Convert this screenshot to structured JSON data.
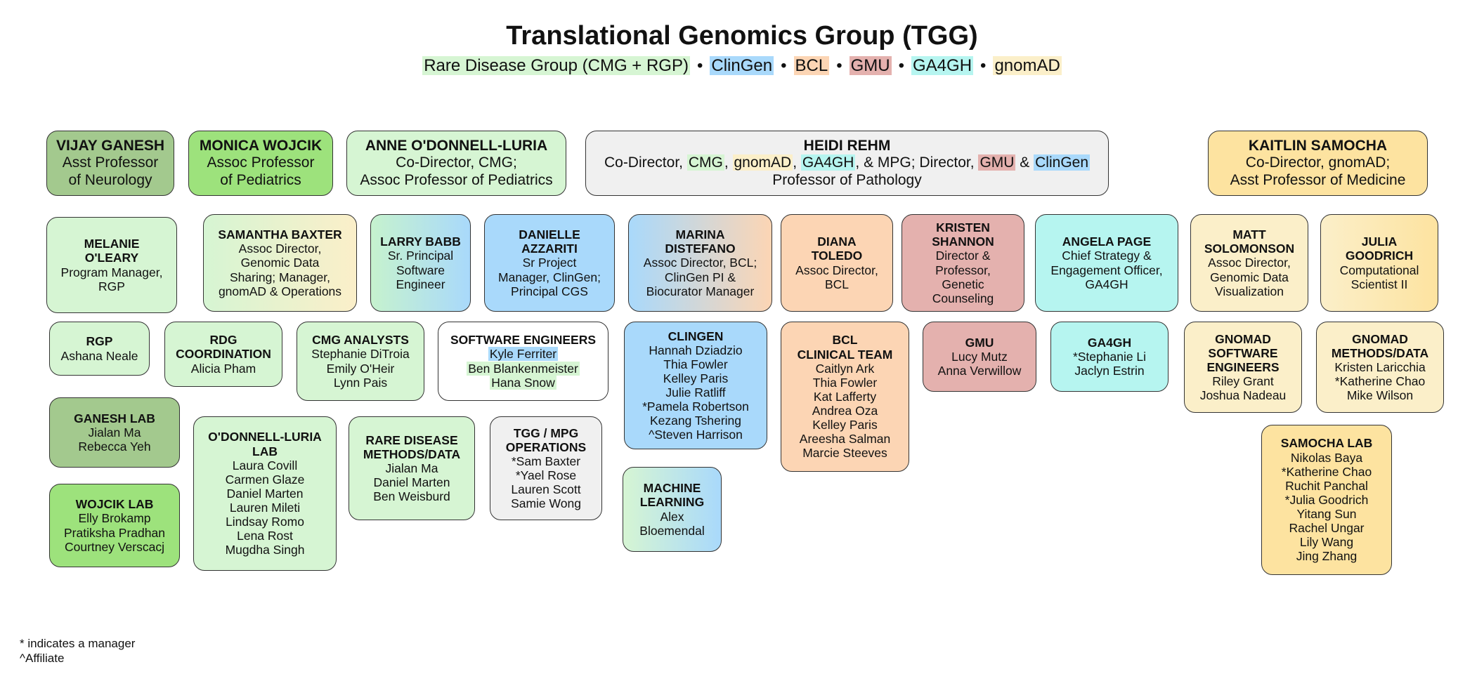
{
  "title": "Translational Genomics Group (TGG)",
  "legend": [
    {
      "label": "Rare Disease Group (CMG + RGP)",
      "color": "#d6f5d3"
    },
    {
      "label": "ClinGen",
      "color": "#a9d9fb"
    },
    {
      "label": "BCL",
      "color": "#fcd5b4"
    },
    {
      "label": "GMU",
      "color": "#e4b1ae"
    },
    {
      "label": "GA4GH",
      "color": "#b6f5f0"
    },
    {
      "label": "gnomAD",
      "color": "#fbefc9"
    }
  ],
  "legend_separator": "•",
  "footnotes": [
    "* indicates a manager",
    "^Affiliate"
  ],
  "leads": {
    "ganesh": {
      "name": "VIJAY GANESH",
      "lines": [
        "Asst Professor",
        "of Neurology"
      ]
    },
    "wojcik": {
      "name": "MONICA WOJCIK",
      "lines": [
        "Assoc Professor",
        "of Pediatrics"
      ]
    },
    "luria": {
      "name": "ANNE O'DONNELL-LURIA",
      "lines": [
        "Co-Director, CMG;",
        "Assoc Professor of Pediatrics"
      ]
    },
    "rehm": {
      "name": "HEIDI REHM",
      "line1_parts": [
        "Co-Director, ",
        "CMG",
        ", ",
        "gnomAD",
        ", ",
        "GA4GH",
        ", & MPG; Director, ",
        "GMU",
        " & ",
        "ClinGen"
      ],
      "line2": "Professor of Pathology"
    },
    "samocha": {
      "name": "KAITLIN SAMOCHA",
      "lines": [
        "Co-Director, gnomAD;",
        "Asst Professor of Medicine"
      ]
    }
  },
  "people": {
    "oleary": {
      "name": [
        "MELANIE",
        "O'LEARY"
      ],
      "lines": [
        "Program Manager,",
        "RGP"
      ]
    },
    "baxter": {
      "name": [
        "SAMANTHA BAXTER"
      ],
      "lines": [
        "Assoc Director,",
        "Genomic Data",
        "Sharing; Manager,",
        "gnomAD & Operations"
      ]
    },
    "babb": {
      "name": [
        "LARRY BABB"
      ],
      "lines": [
        "Sr. Principal",
        "Software",
        "Engineer"
      ]
    },
    "azzariti": {
      "name": [
        "DANIELLE",
        "AZZARITI"
      ],
      "lines": [
        "Sr Project",
        "Manager, ClinGen;",
        "Principal CGS"
      ]
    },
    "distefano": {
      "name": [
        "MARINA",
        "DISTEFANO"
      ],
      "lines": [
        "Assoc Director, BCL;",
        "ClinGen PI &",
        "Biocurator Manager"
      ]
    },
    "toledo": {
      "name": [
        "DIANA",
        "TOLEDO"
      ],
      "lines": [
        "Assoc Director,",
        "BCL"
      ]
    },
    "shannon": {
      "name": [
        "KRISTEN",
        "SHANNON"
      ],
      "lines": [
        "Director &",
        "Professor,",
        "Genetic",
        "Counseling"
      ]
    },
    "page": {
      "name": [
        "ANGELA PAGE"
      ],
      "lines": [
        "Chief Strategy &",
        "Engagement Officer,",
        "GA4GH"
      ]
    },
    "solomonson": {
      "name": [
        "MATT",
        "SOLOMONSON"
      ],
      "lines": [
        "Assoc Director,",
        "Genomic Data",
        "Visualization"
      ]
    },
    "goodrich": {
      "name": [
        "JULIA",
        "GOODRICH"
      ],
      "lines": [
        "Computational",
        "Scientist II"
      ]
    }
  },
  "teams": {
    "rgp": {
      "name": [
        "RGP"
      ],
      "members": [
        "Ashana Neale"
      ]
    },
    "rdg": {
      "name": [
        "RDG",
        "COORDINATION"
      ],
      "members": [
        "Alicia Pham"
      ]
    },
    "cmg": {
      "name": [
        "CMG ANALYSTS"
      ],
      "members": [
        "Stephanie DiTroia",
        "Emily O'Heir",
        "Lynn Pais"
      ]
    },
    "swe": {
      "name": [
        "SOFTWARE ENGINEERS"
      ],
      "members": [
        "Kyle Ferriter",
        "Ben Blankenmeister",
        "Hana Snow"
      ]
    },
    "clingen": {
      "name": [
        "CLINGEN"
      ],
      "members": [
        "Hannah Dziadzio",
        "Thia Fowler",
        "Kelley Paris",
        "Julie Ratliff",
        "*Pamela Robertson",
        "Kezang Tshering",
        "^Steven Harrison"
      ]
    },
    "bcl": {
      "name": [
        "BCL",
        "CLINICAL TEAM"
      ],
      "members": [
        "Caitlyn Ark",
        "Thia Fowler",
        "Kat Lafferty",
        "Andrea Oza",
        "Kelley Paris",
        "Areesha Salman",
        "Marcie Steeves"
      ]
    },
    "gmu": {
      "name": [
        "GMU"
      ],
      "members": [
        "Lucy Mutz",
        "Anna Verwillow"
      ]
    },
    "ga4gh": {
      "name": [
        "GA4GH"
      ],
      "members": [
        "*Stephanie Li",
        "Jaclyn Estrin"
      ]
    },
    "gnomad_swe": {
      "name": [
        "GNOMAD",
        "SOFTWARE",
        "ENGINEERS"
      ],
      "members": [
        "Riley Grant",
        "Joshua Nadeau"
      ]
    },
    "gnomad_methods": {
      "name": [
        "GNOMAD",
        "METHODS/DATA"
      ],
      "members": [
        "Kristen Laricchia",
        "*Katherine Chao",
        "Mike Wilson"
      ]
    },
    "ganesh_lab": {
      "name": [
        "GANESH LAB"
      ],
      "members": [
        "Jialan Ma",
        "Rebecca Yeh"
      ]
    },
    "wojcik_lab": {
      "name": [
        "WOJCIK LAB"
      ],
      "members": [
        "Elly Brokamp",
        "Pratiksha Pradhan",
        "Courtney Verscacj"
      ]
    },
    "luria_lab": {
      "name": [
        "O'DONNELL-LURIA",
        "LAB"
      ],
      "members": [
        "Laura Covill",
        "Carmen Glaze",
        "Daniel Marten",
        "Lauren Mileti",
        "Lindsay Romo",
        "Lena Rost",
        "Mugdha Singh"
      ]
    },
    "rd_methods": {
      "name": [
        "RARE DISEASE",
        "METHODS/DATA"
      ],
      "members": [
        "Jialan Ma",
        "Daniel Marten",
        "Ben Weisburd"
      ]
    },
    "ops": {
      "name": [
        "TGG / MPG",
        "OPERATIONS"
      ],
      "members": [
        "*Sam Baxter",
        "*Yael Rose",
        "Lauren Scott",
        "Samie Wong"
      ]
    },
    "ml": {
      "name": [
        "MACHINE",
        "LEARNING"
      ],
      "members": [
        "Alex",
        "Bloemendal"
      ]
    },
    "samocha_lab": {
      "name": [
        "SAMOCHA LAB"
      ],
      "members": [
        "Nikolas Baya",
        "*Katherine Chao",
        "Ruchit Panchal",
        "*Julia Goodrich",
        "Yitang Sun",
        "Rachel Ungar",
        "Lily Wang",
        "Jing Zhang"
      ]
    }
  }
}
